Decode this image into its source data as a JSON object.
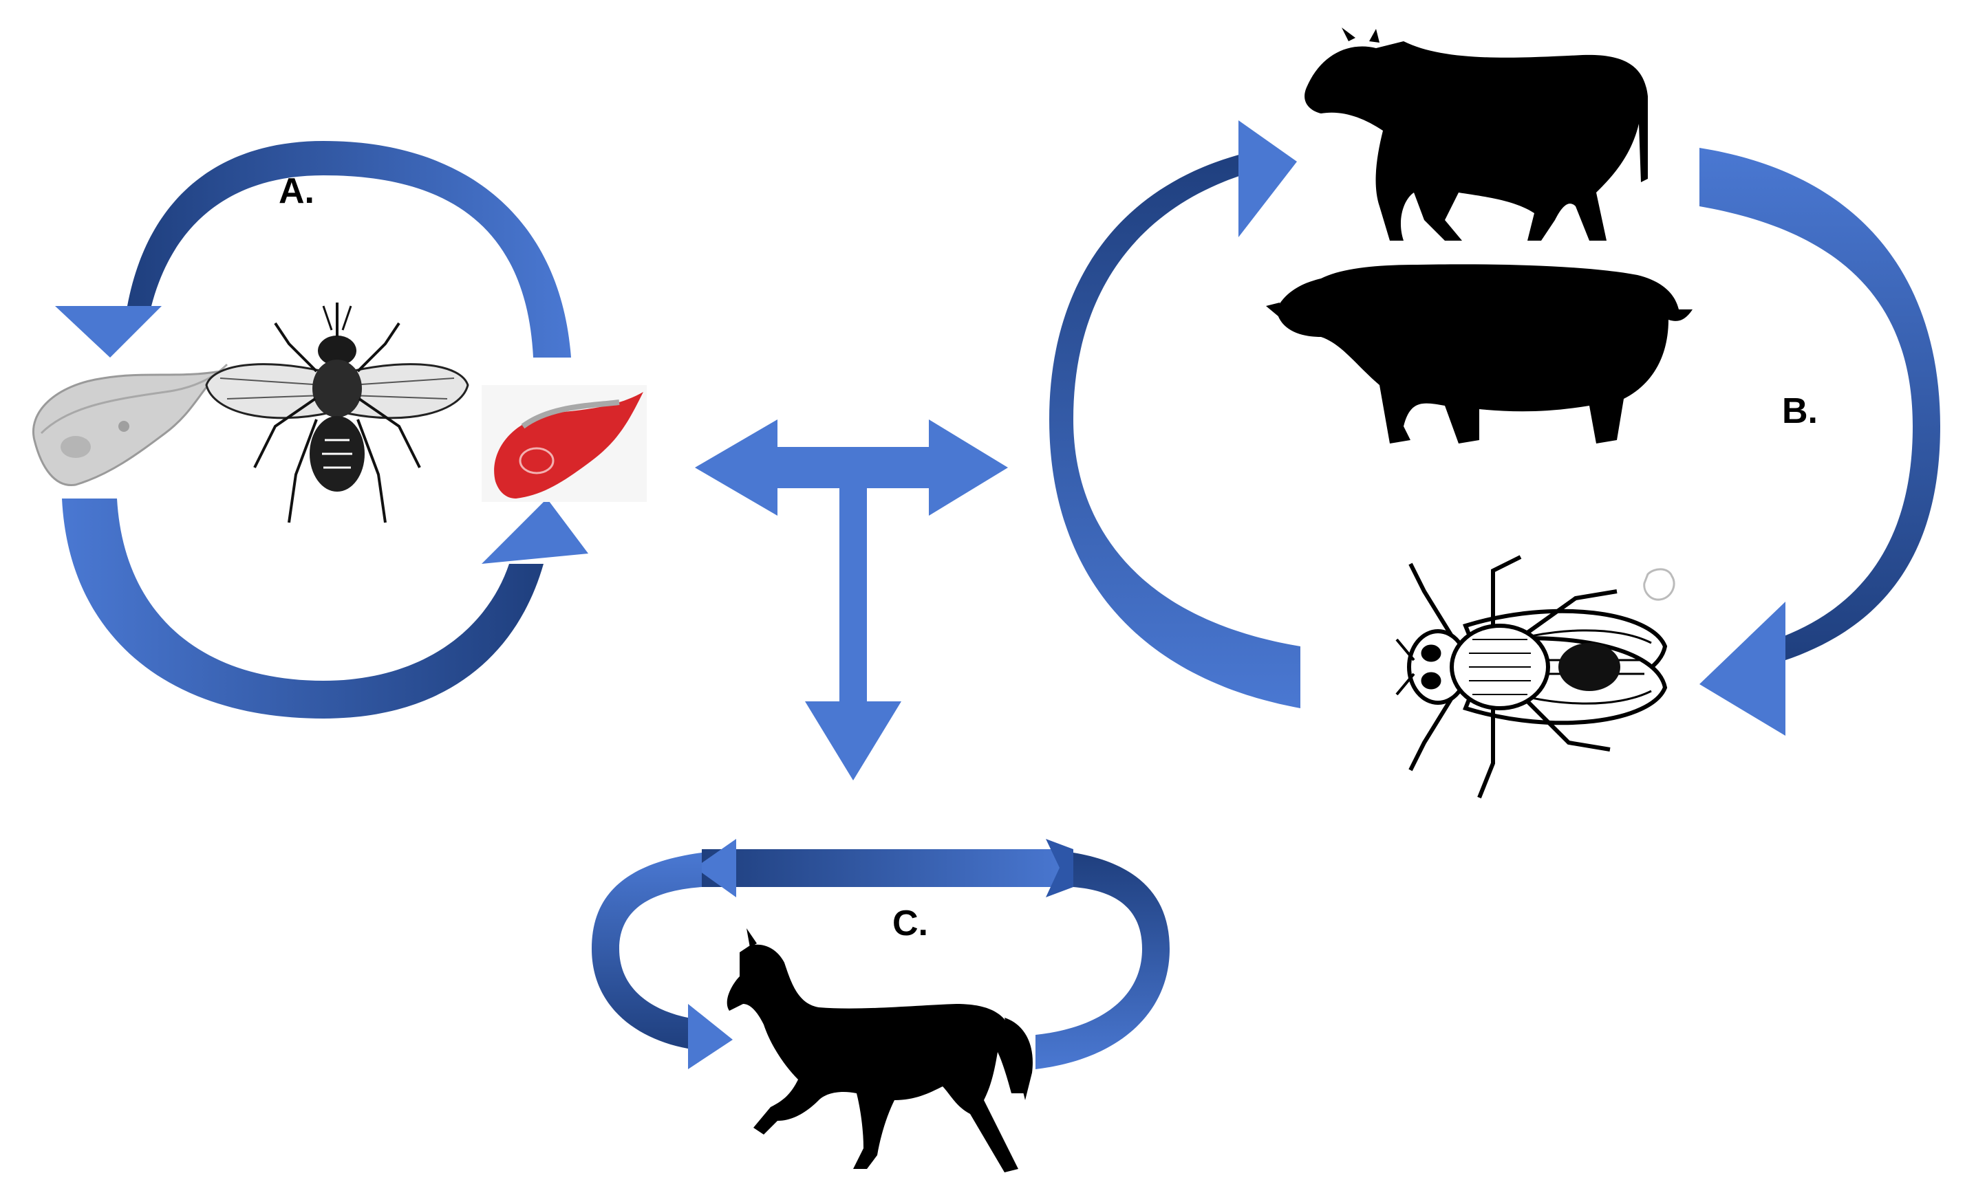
{
  "labels": {
    "cycle_a": "A.",
    "cycle_b": "B.",
    "cycle_c": "C."
  },
  "colors": {
    "arrow_light": "#4a78d2",
    "arrow_dark": "#1f3f7e",
    "silhouette": "#000000",
    "parasite_red": "#d8262a",
    "parasite_grey": "#bdbdbd"
  },
  "icons": {
    "cycle_a": [
      "trypanosome-grey-icon",
      "tsetse-fly-icon",
      "trypanosome-red-icon"
    ],
    "cycle_b": [
      "cow-icon",
      "pig-icon",
      "biting-fly-icon"
    ],
    "cycle_c": [
      "horse-icon"
    ]
  }
}
